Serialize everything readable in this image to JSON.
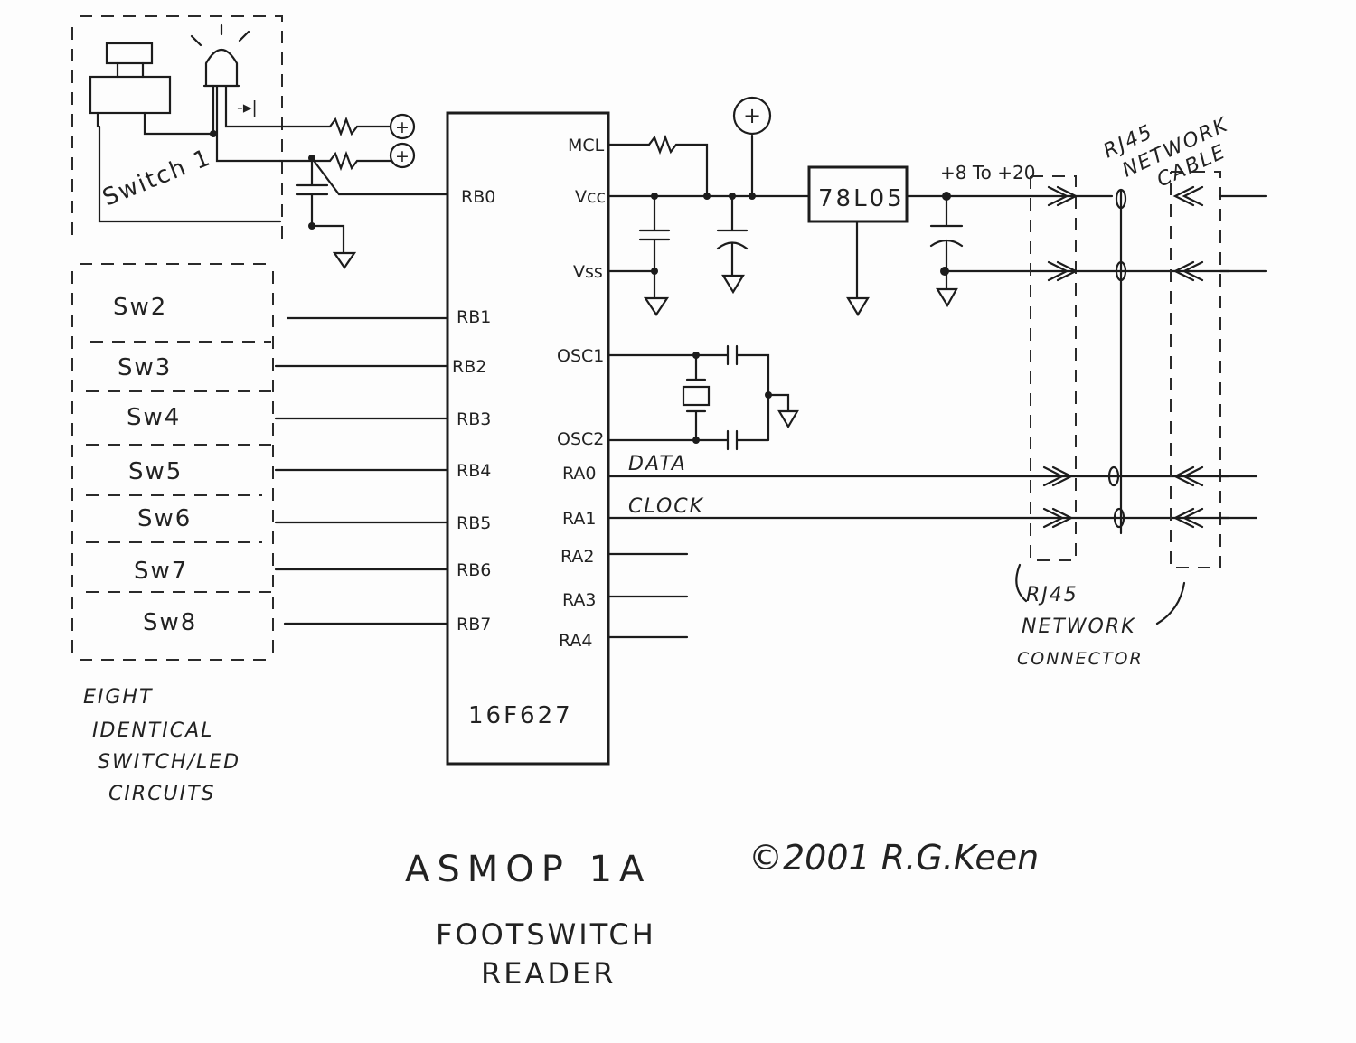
{
  "switch_block": {
    "switch1_label": "Switch 1",
    "switches": [
      "Sw2",
      "Sw3",
      "Sw4",
      "Sw5",
      "Sw6",
      "Sw7",
      "Sw8"
    ],
    "note_lines": [
      "EIGHT",
      "IDENTICAL",
      "SWITCH/LED",
      "CIRCUITS"
    ]
  },
  "chip": {
    "part": "16F627",
    "left_pins": [
      "RB0",
      "RB1",
      "RB2",
      "RB3",
      "RB4",
      "RB5",
      "RB6",
      "RB7"
    ],
    "right_pins": [
      "MCL",
      "Vcc",
      "Vss",
      "OSC1",
      "OSC2",
      "RA0",
      "RA1",
      "RA2",
      "RA3",
      "RA4"
    ]
  },
  "signals": {
    "data": "DATA",
    "clock": "CLOCK"
  },
  "regulator": {
    "part": "78L05",
    "input_range": "+8 To +20"
  },
  "connectors": {
    "cable_label": [
      "RJ45",
      "NETWORK",
      "CABLE"
    ],
    "connector_label": [
      "RJ45",
      "NETWORK",
      "CONNECTOR"
    ]
  },
  "title": {
    "name": "ASMOP 1A",
    "subtitle_lines": [
      "FOOTSWITCH",
      "READER"
    ],
    "copyright": "©2001 R.G.Keen"
  },
  "colors": {
    "ink": "#1c1c1c",
    "paper": "#fdfdfd"
  }
}
